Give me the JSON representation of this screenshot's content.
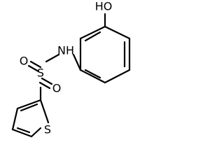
{
  "molecule": {
    "atoms": {
      "hydroxyl": "HO",
      "amine": "NH",
      "sulfur_sulfonyl": "S",
      "oxygen_upper": "O",
      "oxygen_lower": "O",
      "sulfur_thiophene": "S"
    },
    "colors": {
      "bond": "#000000",
      "label": "#000000",
      "background": "#ffffff"
    }
  }
}
